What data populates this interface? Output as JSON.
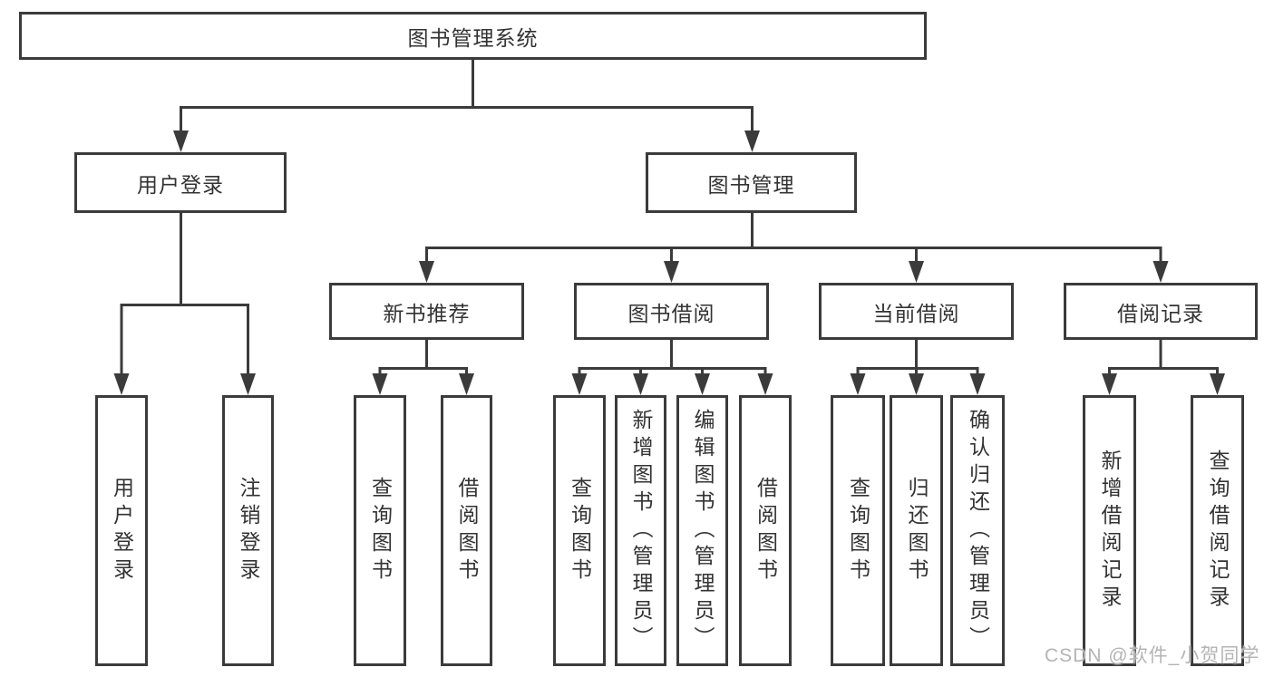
{
  "diagram_type": "functional-structure-tree",
  "colors": {
    "background": "#ffffff",
    "line": "#3b3b3b",
    "box_border": "#3b3b3b",
    "text": "#333333",
    "watermark": "#b4b4b4"
  },
  "tree": {
    "root": {
      "label": "图书管理系统"
    },
    "branches": [
      {
        "label": "用户登录",
        "children": [
          {
            "label": "用户登录"
          },
          {
            "label": "注销登录"
          }
        ]
      },
      {
        "label": "图书管理",
        "children": [
          {
            "label": "新书推荐",
            "children": [
              {
                "label": "查询图书"
              },
              {
                "label": "借阅图书"
              }
            ]
          },
          {
            "label": "图书借阅",
            "children": [
              {
                "label": "查询图书"
              },
              {
                "label": "新增图书（管理员）"
              },
              {
                "label": "编辑图书（管理员）"
              },
              {
                "label": "借阅图书"
              }
            ]
          },
          {
            "label": "当前借阅",
            "children": [
              {
                "label": "查询图书"
              },
              {
                "label": "归还图书"
              },
              {
                "label": "确认归还（管理员）"
              }
            ]
          },
          {
            "label": "借阅记录",
            "children": [
              {
                "label": "新增借阅记录"
              },
              {
                "label": "查询借阅记录"
              }
            ]
          }
        ]
      }
    ]
  },
  "watermark": {
    "text": "CSDN @软件_小贺同学"
  }
}
